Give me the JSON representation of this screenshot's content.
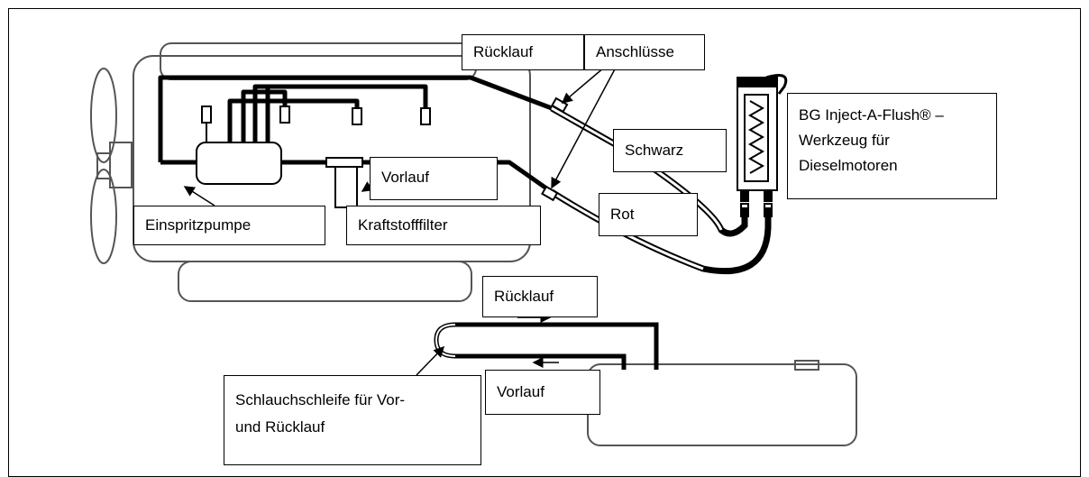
{
  "labels": {
    "ruecklauf_top": "Rücklauf",
    "anschluesse": "Anschlüsse",
    "bg_tool": "BG Inject-A-Flush® –\nWerkzeug für\nDieselmotoren",
    "schwarz": "Schwarz",
    "vorlauf_top": "Vorlauf",
    "rot": "Rot",
    "einspritzpumpe": "Einspritzpumpe",
    "kraftstofffilter": "Kraftstofffilter",
    "ruecklauf_bottom": "Rücklauf",
    "vorlauf_bottom": "Vorlauf",
    "schlauchschleife": "Schlauchschleife für Vor-\nund Rücklauf"
  },
  "colors": {
    "line": "#000000",
    "outline": "#555555",
    "background": "#ffffff"
  }
}
